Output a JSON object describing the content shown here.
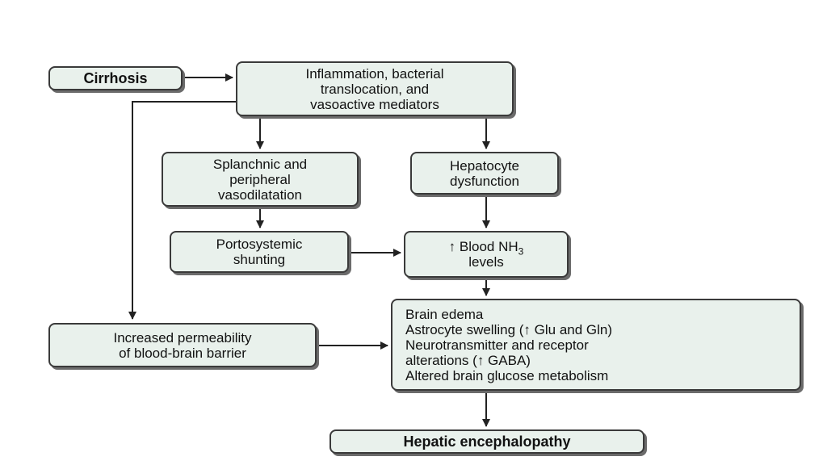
{
  "diagram": {
    "nodes": {
      "cirrhosis": {
        "lines": [
          "Cirrhosis"
        ]
      },
      "inflammation": {
        "lines": [
          "Inflammation, bacterial",
          "translocation, and",
          "vasoactive mediators"
        ]
      },
      "splanchnic": {
        "lines": [
          "Splanchnic and",
          "peripheral",
          "vasodilatation"
        ]
      },
      "hepatocyte": {
        "lines": [
          "Hepatocyte",
          "dysfunction"
        ]
      },
      "portosystemic": {
        "lines": [
          "Portosystemic",
          "shunting"
        ]
      },
      "blood_nh3": {
        "arrow": "↑",
        "prefix": "Blood NH",
        "subscript": "3",
        "line2": "levels"
      },
      "brain": {
        "lines": [
          "Brain edema",
          "Astrocyte swelling (↑ Glu and Gln)",
          "Neurotransmitter and receptor",
          "alterations (↑ GABA)",
          "Altered brain glucose metabolism"
        ]
      },
      "permeability": {
        "lines": [
          "Increased permeability",
          "of blood-brain barrier"
        ]
      },
      "hepatic": {
        "lines": [
          "Hepatic encephalopathy"
        ]
      }
    },
    "colors": {
      "box_fill": "#e9f1ec",
      "border": "#3a3a3a",
      "arrow": "#222222",
      "shadow": "#6b6b6b"
    }
  }
}
